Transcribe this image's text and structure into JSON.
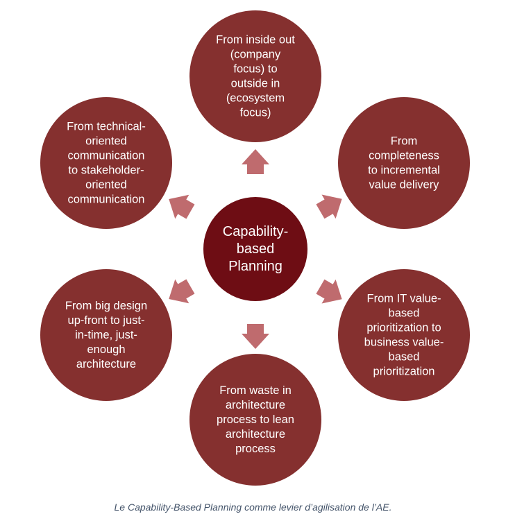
{
  "center": {
    "lines": [
      "Capability-",
      "based",
      "Planning"
    ]
  },
  "nodes": [
    {
      "id": "top",
      "lines": [
        "From inside out",
        "(company",
        "focus) to",
        "outside in",
        "(ecosystem",
        "focus)"
      ]
    },
    {
      "id": "top-right",
      "lines": [
        "From",
        "completeness",
        "to incremental",
        "value delivery"
      ]
    },
    {
      "id": "bottom-right",
      "lines": [
        "From IT value-",
        "based",
        "prioritization to",
        "business value-",
        "based",
        "prioritization"
      ]
    },
    {
      "id": "bottom",
      "lines": [
        "From waste in",
        "architecture",
        "process to lean",
        "architecture",
        "process"
      ]
    },
    {
      "id": "bottom-left",
      "lines": [
        "From big design",
        "up-front to just-",
        "in-time, just-",
        "enough",
        "architecture"
      ]
    },
    {
      "id": "top-left",
      "lines": [
        "From technical-",
        "oriented",
        "communication",
        "to stakeholder-",
        "oriented",
        "communication"
      ]
    }
  ],
  "caption": "Le Capability-Based Planning comme levier d’agilisation de l’AE.",
  "colors": {
    "node": "#85302f",
    "center": "#6e0d14",
    "arrow": "#bf6b6e",
    "caption": "#44546a"
  }
}
